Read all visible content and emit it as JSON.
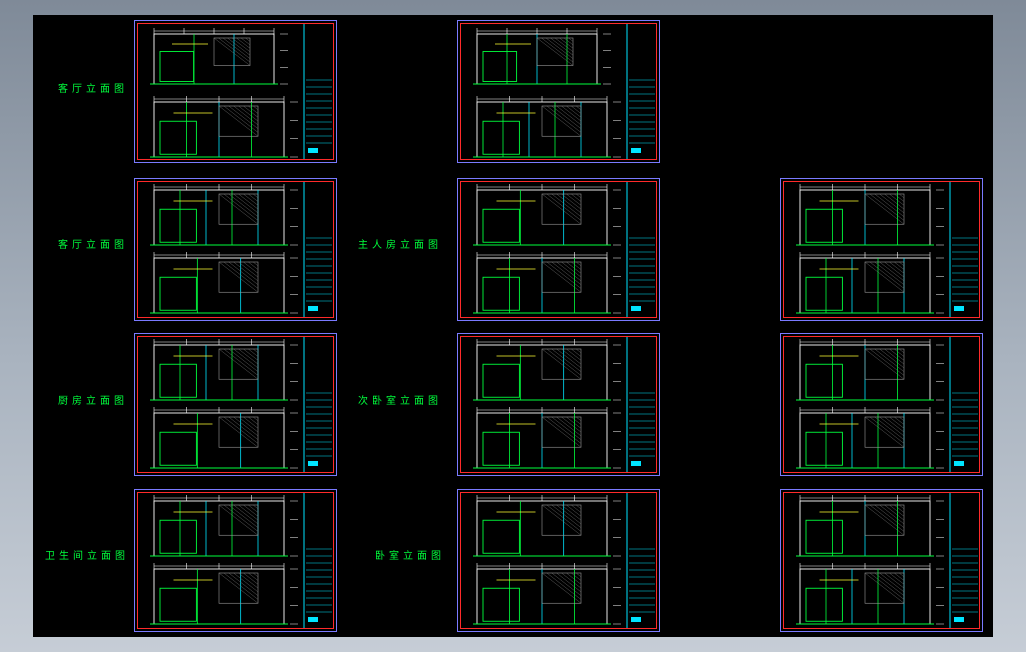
{
  "labels": {
    "living": "客厅立面图",
    "living2": "客厅立面图",
    "master": "主人房立面图",
    "kitchen": "厨房立面图",
    "second": "次卧室立面图",
    "bath": "卫生间立面图",
    "bedroom": "卧室立面图"
  },
  "colors": {
    "background": "#000000",
    "sheet_border": "#7a7aff",
    "inner_frame": "#ff2a2a",
    "drawing_line": "#ffffff",
    "accent_green": "#00ff3c",
    "accent_cyan": "#00e5ff",
    "accent_yellow": "#ffff33"
  }
}
